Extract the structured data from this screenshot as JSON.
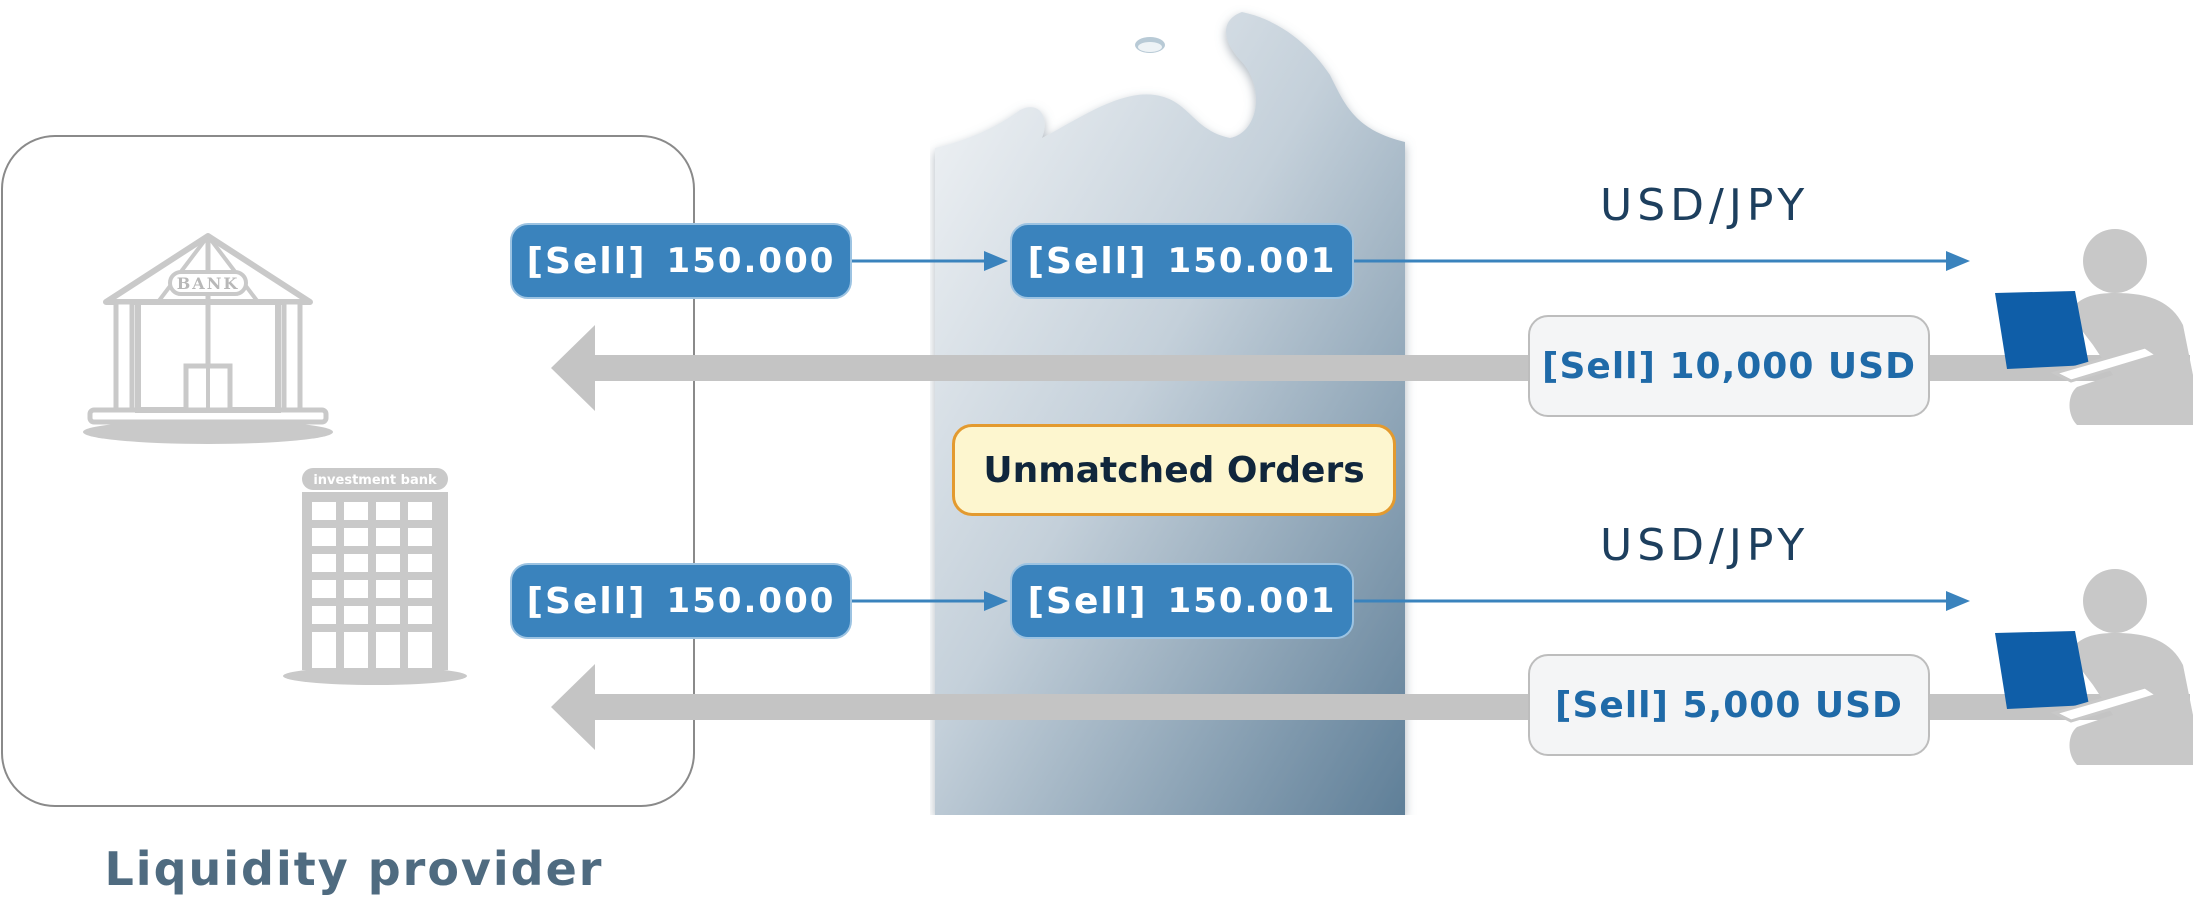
{
  "lp": {
    "label": "Liquidity provider",
    "bank_sign": "BANK",
    "ib_sign": "investment bank"
  },
  "flows": [
    {
      "lp_order": {
        "tag": "[Sell]",
        "price": "150.000"
      },
      "broker_order": {
        "tag": "[Sell]",
        "price": "150.001"
      },
      "pair": "USD/JPY",
      "client_order": "[Sell] 10,000 USD"
    },
    {
      "lp_order": {
        "tag": "[Sell]",
        "price": "150.000"
      },
      "broker_order": {
        "tag": "[Sell]",
        "price": "150.001"
      },
      "pair": "USD/JPY",
      "client_order": "[Sell] 5,000 USD"
    }
  ],
  "unmatched_label": "Unmatched Orders",
  "icons": {
    "lp_bank": "bank-building-icon",
    "lp_investment_bank": "office-building-icon",
    "client": "person-laptop-icon",
    "broker": "whale-tail-shape"
  },
  "colors": {
    "order_pill": "#3a83bd",
    "flow_arrow": "#3a83bd",
    "return_arrow": "#c4c4c4",
    "client_text": "#1f6aa8",
    "unmatched_border": "#e39a2f",
    "unmatched_fill": "#fdf6cf",
    "lp_label": "#4f6b80"
  }
}
